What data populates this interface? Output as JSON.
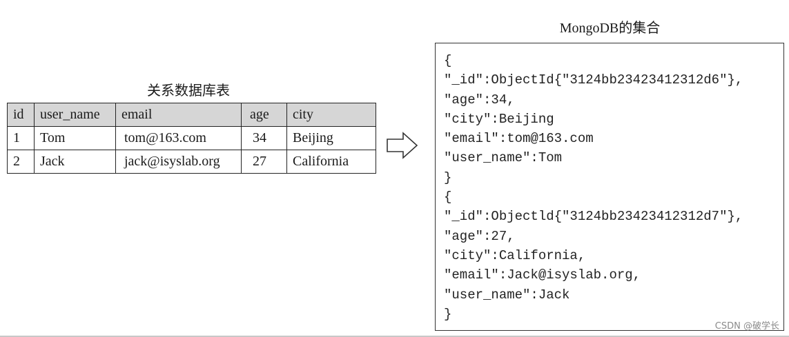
{
  "relational": {
    "title": "关系数据库表",
    "headers": [
      "id",
      "user_name",
      "email",
      "age",
      "city"
    ],
    "rows": [
      [
        "1",
        "Tom",
        "tom@163.com",
        "34",
        "Beijing"
      ],
      [
        "2",
        "Jack",
        "jack@isyslab.org",
        "27",
        "California"
      ]
    ]
  },
  "mongo": {
    "title": "MongoDB的集合",
    "lines": [
      "{",
      "\"_id\":ObjectId{\"3124bb23423412312d6\"},",
      "\"age\":34,",
      "\"city\":Beijing",
      "\"email\":tom@163.com",
      "\"user_name\":Tom",
      "}",
      "{",
      "\"_id\":Objectld{\"3124bb23423412312d7\"},",
      "\"age\":27,",
      "\"city\":California,",
      "\"email\":Jack@isyslab.org,",
      "\"user_name\":Jack",
      "}"
    ]
  },
  "watermark": "CSDN @破学长",
  "icons": {
    "arrow": "right-arrow-icon"
  }
}
